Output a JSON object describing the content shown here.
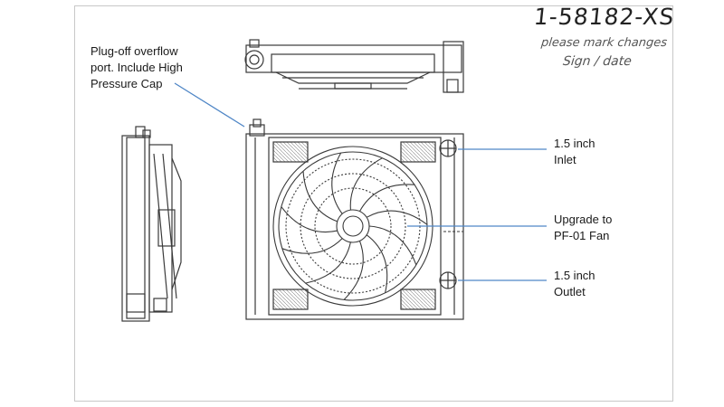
{
  "handwriting": {
    "part_number": "1-58182-XS",
    "note_line1": "please mark changes",
    "note_line2": "Sign / date"
  },
  "callouts": {
    "overflow_port": "Plug-off overflow\nport.  Include High\nPressure Cap",
    "inlet": "1.5 inch\nInlet",
    "fan": "Upgrade to\nPF-01 Fan",
    "outlet": "1.5 inch\nOutlet"
  },
  "colors": {
    "callout_line": "#4f86c6",
    "drawing_line": "#3a3a3a"
  }
}
